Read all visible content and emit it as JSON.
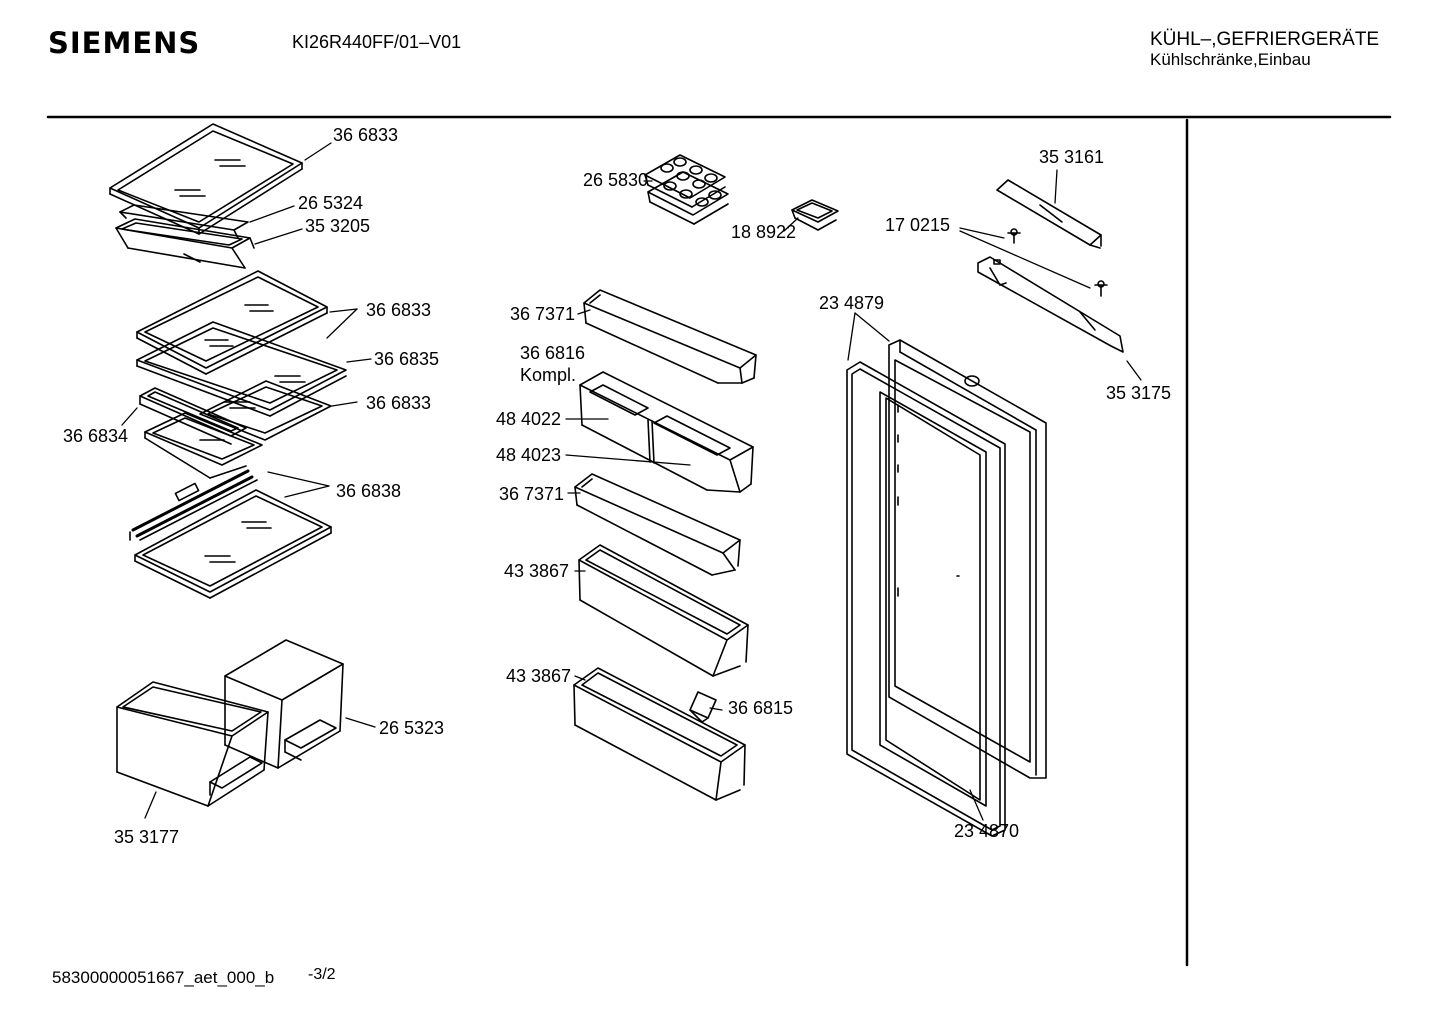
{
  "header": {
    "brand": "SIEMENS",
    "model": "KI26R440FF/01–V01",
    "category_line1": "KÜHL–,GEFRIERGERÄTE",
    "category_line2": "Kühlschränke,Einbau"
  },
  "footer": {
    "document_id": "58300000051667_aet_000_b",
    "sheet": "-3/2"
  },
  "parts": {
    "p366833_a": "36 6833",
    "p265324": "26 5324",
    "p353205": "35 3205",
    "p366833_b": "36 6833",
    "p366835": "36 6835",
    "p366833_c": "36 6833",
    "p366834": "36 6834",
    "p366838": "36 6838",
    "p265323": "26 5323",
    "p353177": "35 3177",
    "p265830": "26 5830",
    "p188922": "18 8922",
    "p367371_a": "36 7371",
    "p366816": "36 6816",
    "p366816_note": "Kompl.",
    "p484022": "48 4022",
    "p484023": "48 4023",
    "p367371_b": "36 7371",
    "p433867_a": "43 3867",
    "p433867_b": "43 3867",
    "p366815": "36 6815",
    "p353161": "35 3161",
    "p170215": "17 0215",
    "p234879": "23 4879",
    "p353175": "35 3175",
    "p234870": "23 4870"
  }
}
